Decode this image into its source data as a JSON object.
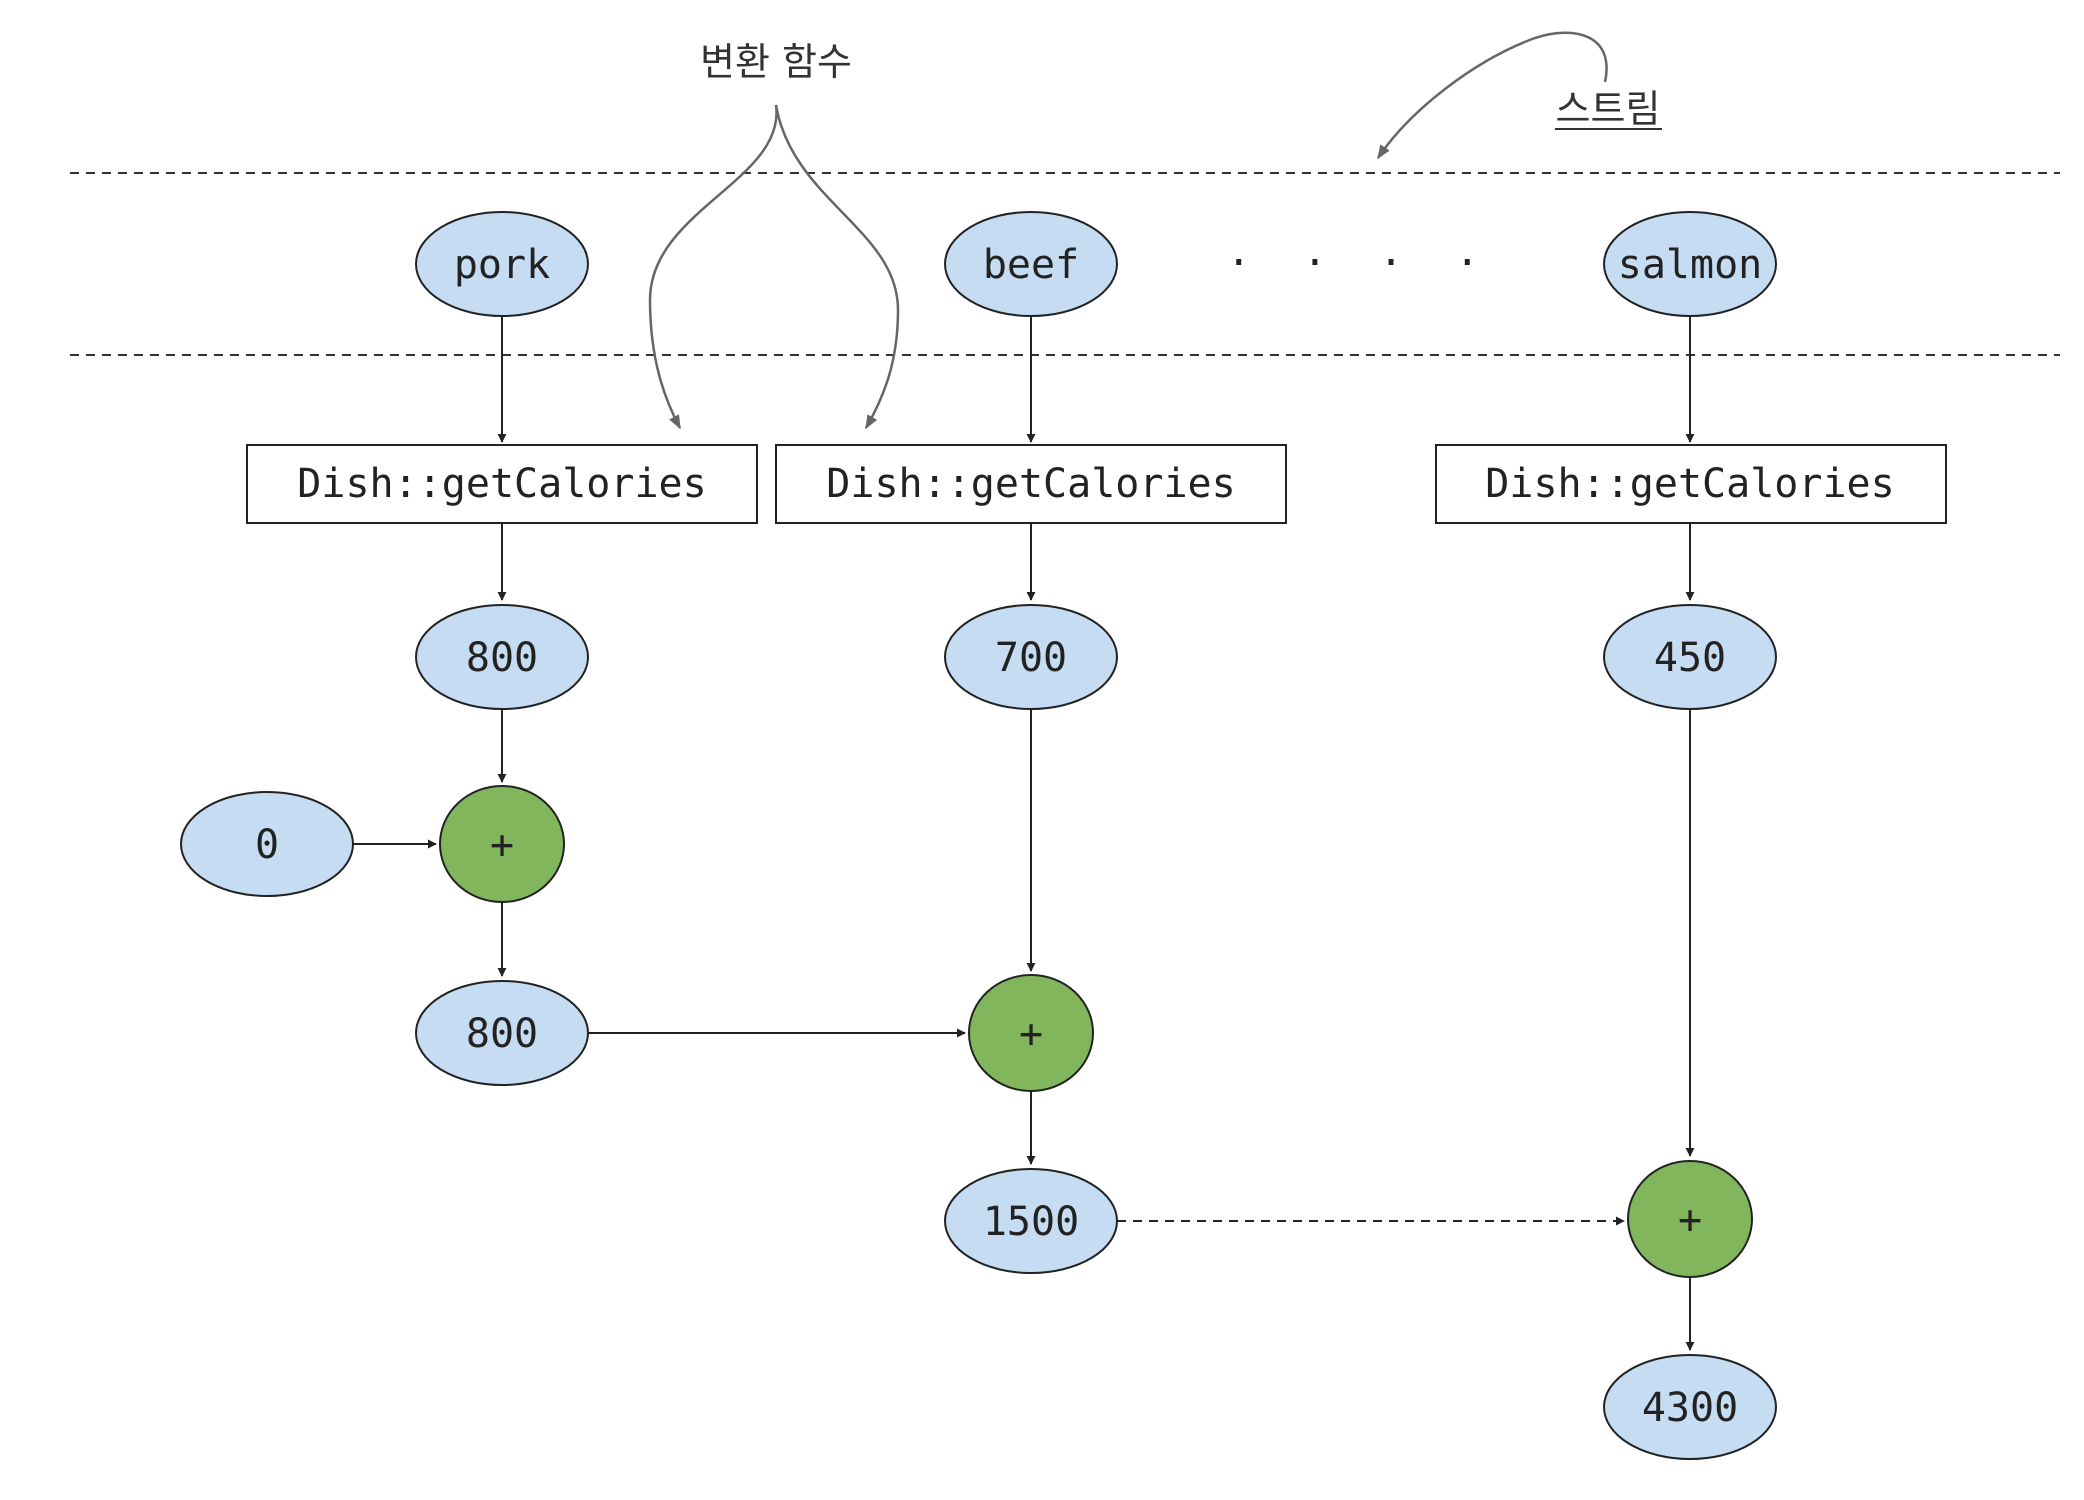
{
  "annotations": {
    "transform_label": "변환 함수",
    "stream_label": "스트림"
  },
  "stream_items": {
    "pork": "pork",
    "beef": "beef",
    "salmon": "salmon",
    "ellipsis": "· · · ·"
  },
  "mapper_label": "Dish::getCalories",
  "values": {
    "pork_calories": "800",
    "beef_calories": "700",
    "salmon_calories": "450",
    "initial": "0",
    "sum_1": "800",
    "sum_2": "1500",
    "result": "4300"
  },
  "operator_symbol": "+",
  "colors": {
    "value_fill": "#c5dcf2",
    "operator_fill": "#82b65c",
    "stroke": "#222222",
    "annotation_stroke": "#666666"
  }
}
